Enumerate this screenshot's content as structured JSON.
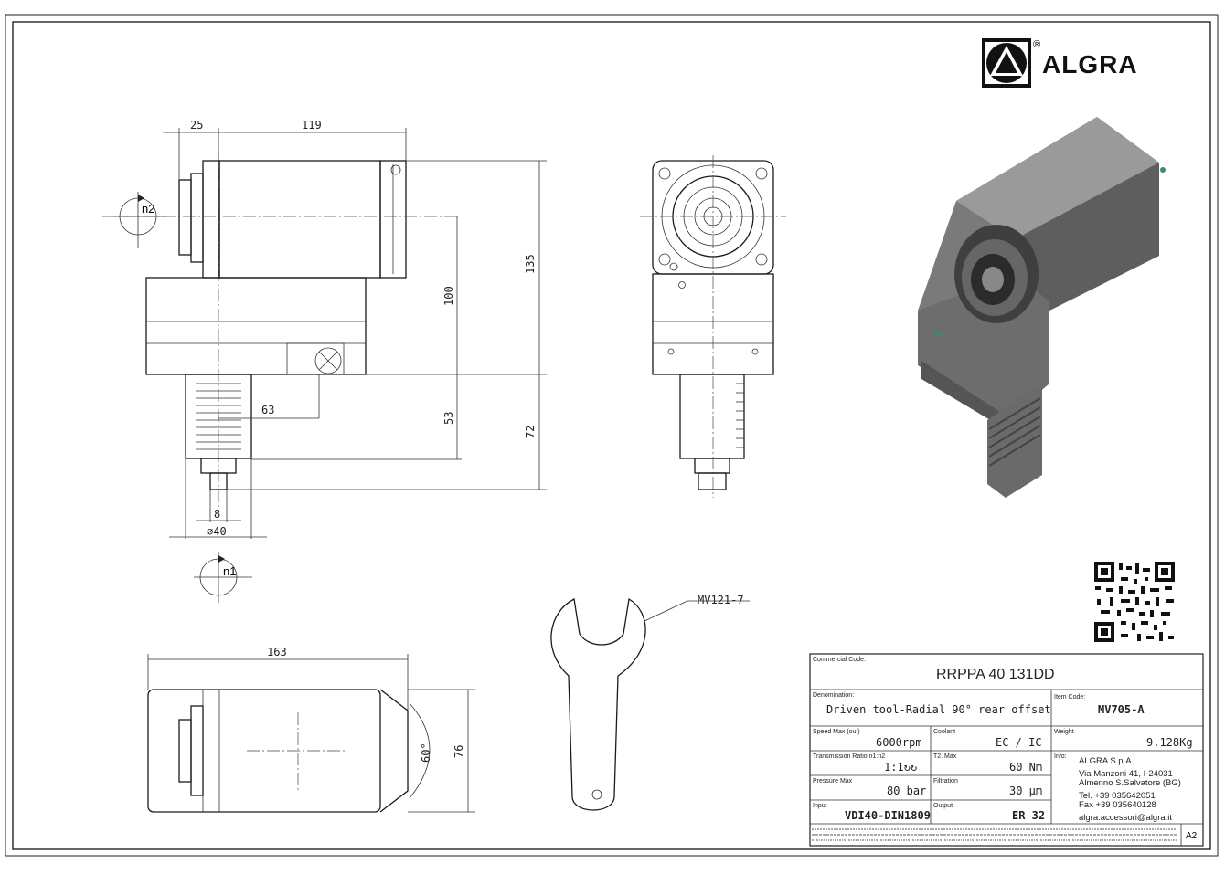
{
  "brand": {
    "name": "ALGRA",
    "registered": "®"
  },
  "dimensions": {
    "d25": "25",
    "d119": "119",
    "d135": "135",
    "d100": "100",
    "d63": "63",
    "d53": "53",
    "d72": "72",
    "d8": "8",
    "d40": "∅40",
    "d163": "163",
    "d76": "76",
    "d60deg": "60°"
  },
  "rotation_labels": {
    "n2": "n2",
    "n1": "n1"
  },
  "wrench_callout": "MV121-7",
  "title_block": {
    "commercial_code_label": "Commercial Code:",
    "commercial_code": "RRPPA 40 131DD",
    "denomination_label": "Denomination:",
    "denomination": "Driven tool-Radial 90° rear offset",
    "item_code_label": "Item Code:",
    "item_code": "MV705-A",
    "speed_label": "Speed Max (out)",
    "speed": "6000rpm",
    "coolant_label": "Coolant",
    "coolant": "EC / IC",
    "weight_label": "Weight",
    "weight": "9.128Kg",
    "ratio_label": "Transmission Ratio n1:n2",
    "ratio": "1:1↻↻",
    "torque_label": "T2. Max",
    "torque": "60 Nm",
    "info_label": "Info:",
    "pressure_label": "Pressure Max",
    "pressure": "80 bar",
    "filtration_label": "Filtration",
    "filtration": "30 µm",
    "input_label": "Input",
    "input": "VDI40-DIN1809",
    "output_label": "Output",
    "output": "ER 32",
    "company": "ALGRA S.p.A.",
    "address1": "Via Manzoni 41, I-24031",
    "address2": "Almenno S.Salvatore (BG)",
    "tel": "Tel. +39 035642051",
    "fax": "Fax +39 035640128",
    "email": "algra.accessori@algra.it",
    "sheet_size": "A2"
  }
}
